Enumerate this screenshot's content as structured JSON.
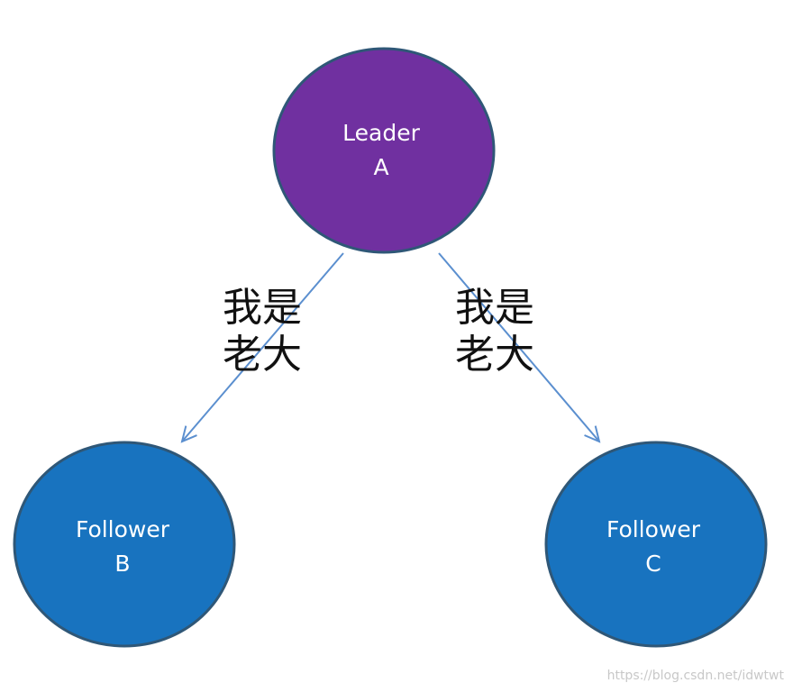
{
  "colors": {
    "leader_fill": "#7030A0",
    "follower_fill": "#1873BF",
    "node_stroke": "#2F5777",
    "arrow": "#5B8FCF"
  },
  "nodes": {
    "leader": {
      "line1": "Leader",
      "line2": "A"
    },
    "follower_b": {
      "line1": "Follower",
      "line2": "B"
    },
    "follower_c": {
      "line1": "Follower",
      "line2": "C"
    }
  },
  "edges": {
    "left": {
      "line1": "我是",
      "line2": "老大"
    },
    "right": {
      "line1": "我是",
      "line2": "老大"
    }
  },
  "watermark": "https://blog.csdn.net/idwtwt"
}
